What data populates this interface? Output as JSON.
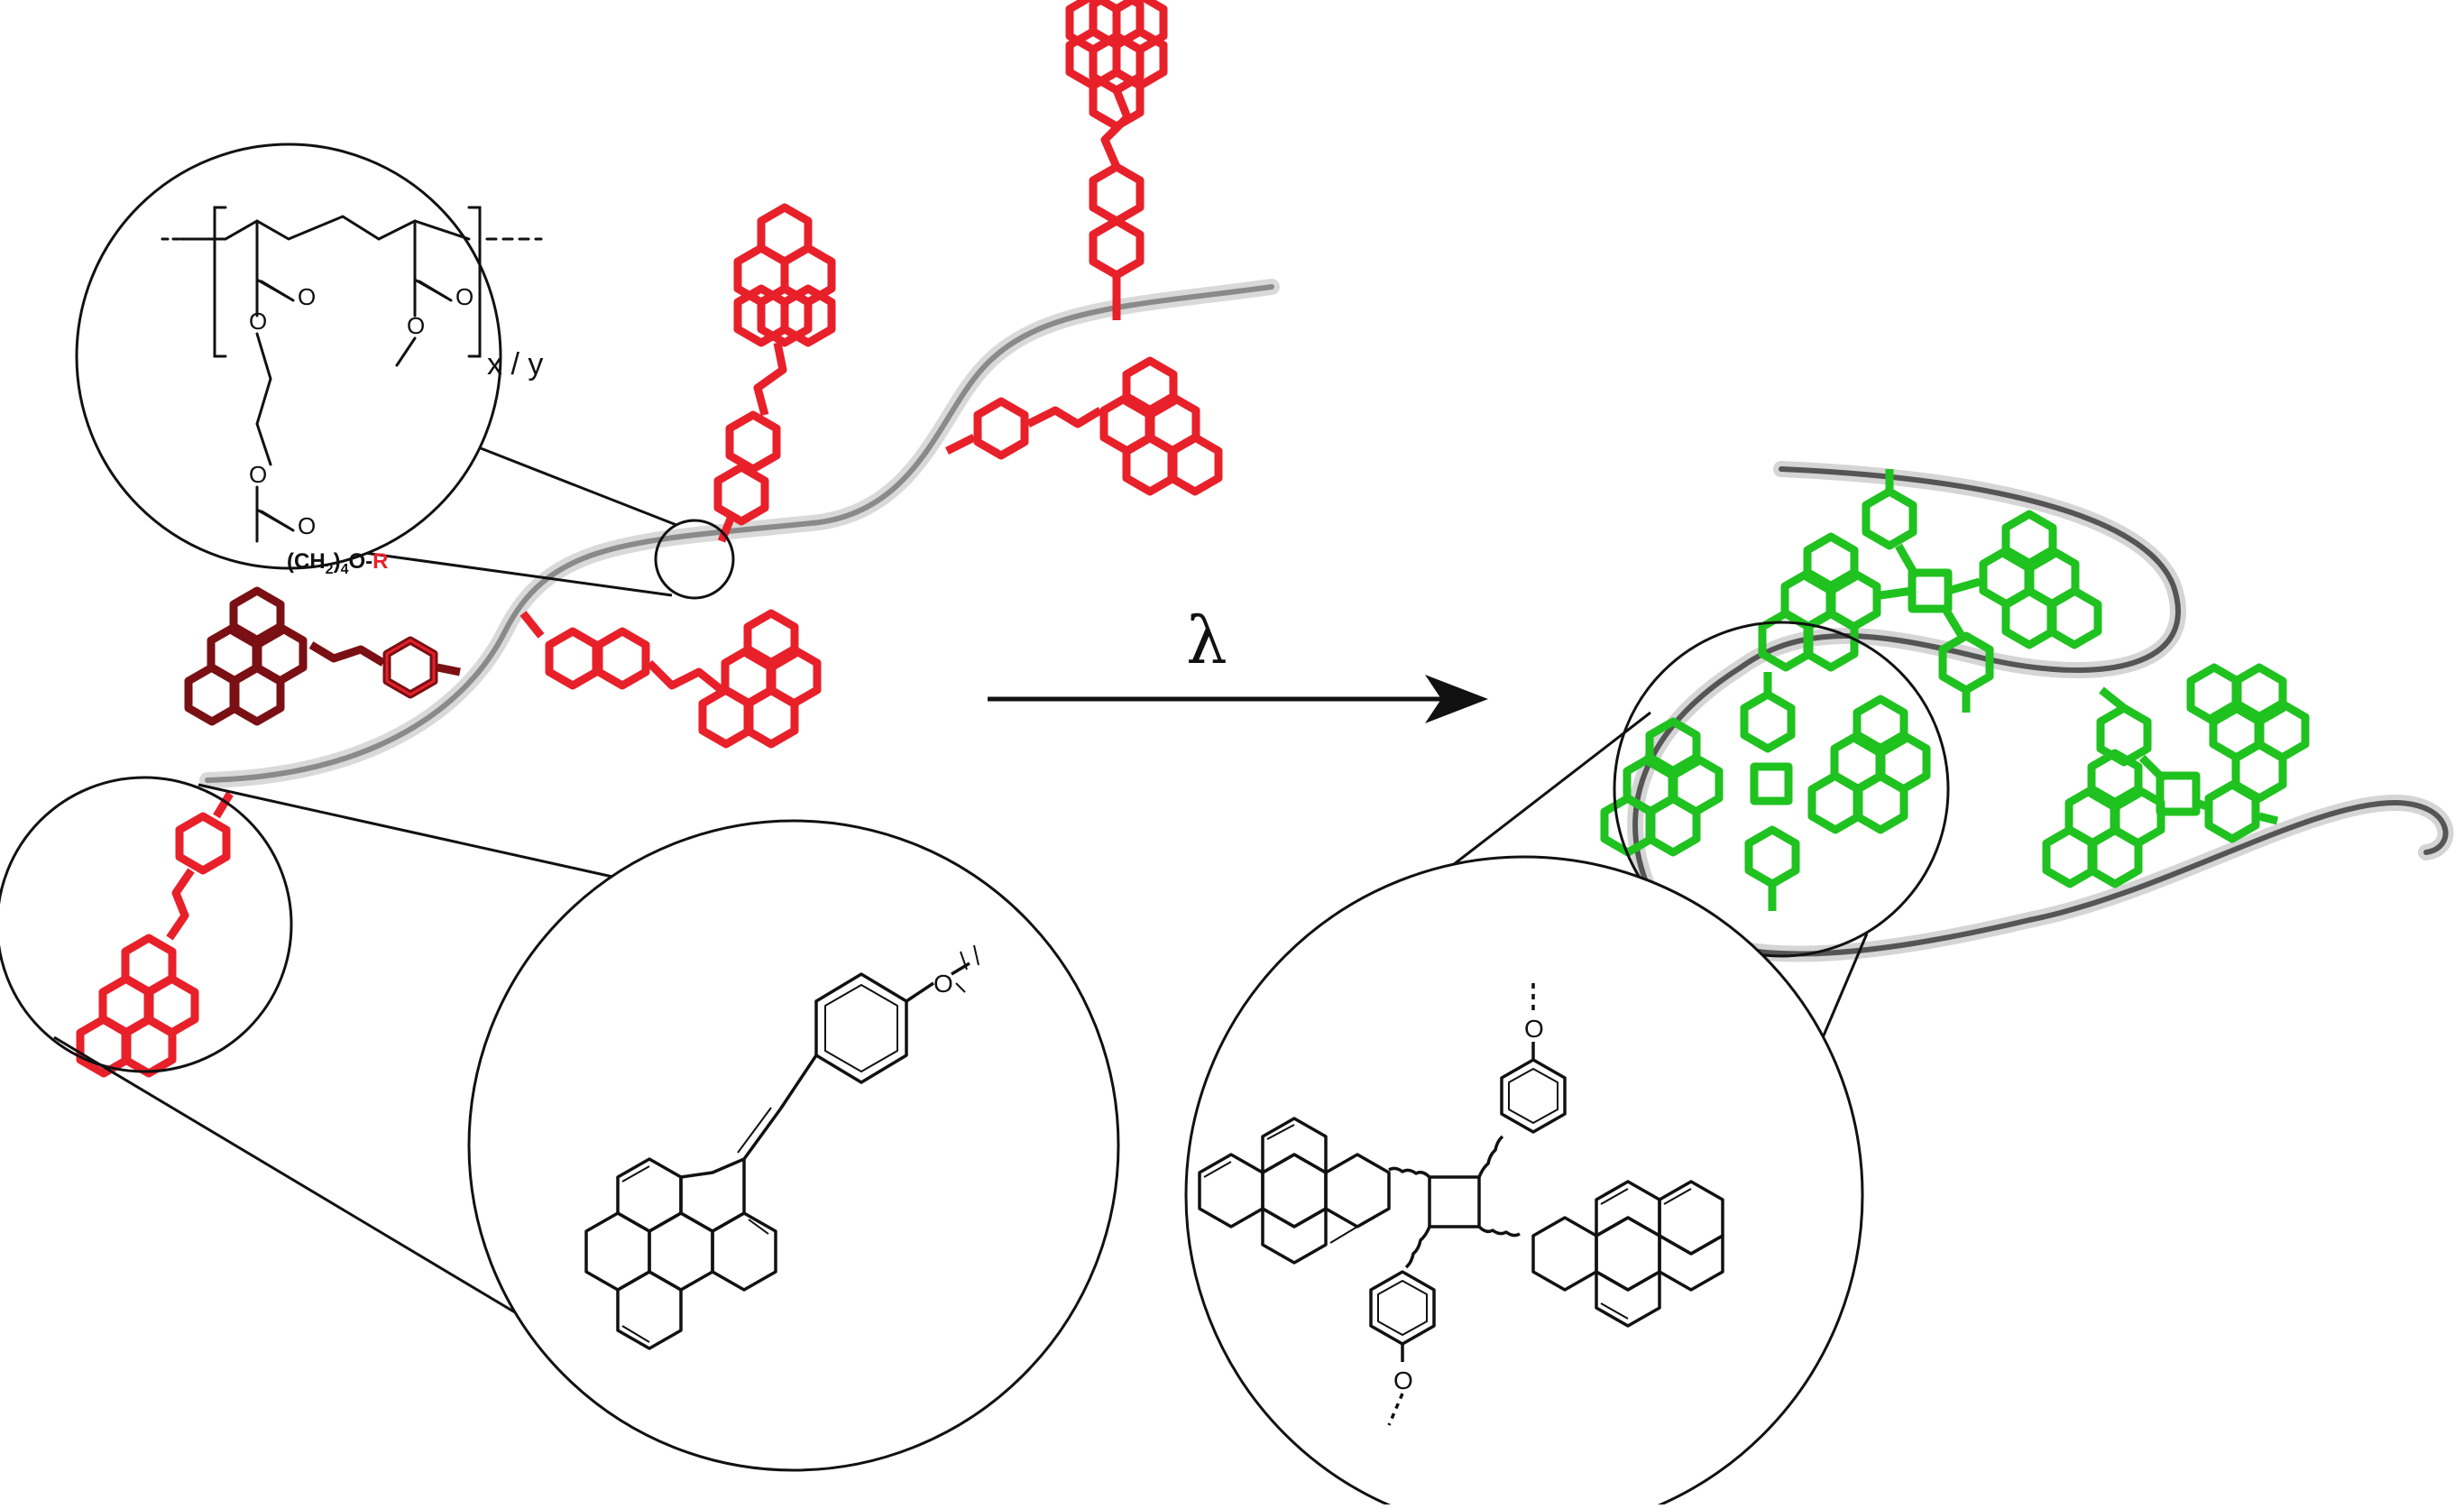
{
  "labels": {
    "wavelength": "λ",
    "repeat_units": "x / y",
    "side_chain": "(CH",
    "side_chain_sub": "2",
    "side_chain_mid": ")",
    "side_chain_sub2": "4",
    "side_chain_tail": "O-",
    "r_group": "R",
    "oxygen": "O"
  },
  "colors": {
    "monomer": "#e8202a",
    "monomer_dark": "#7a1014",
    "dimer": "#1fc21f",
    "backbone": "#9a9a9a",
    "ink": "#111111"
  }
}
